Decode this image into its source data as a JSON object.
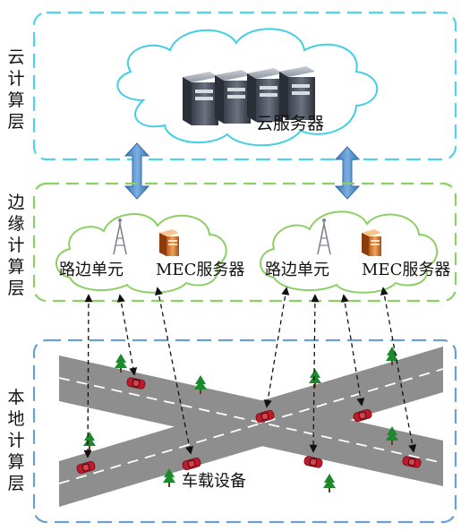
{
  "layers": {
    "cloud": {
      "label_chars": [
        "云",
        "计",
        "算",
        "层"
      ]
    },
    "edge": {
      "label_chars": [
        "边",
        "缘",
        "计",
        "算",
        "层"
      ]
    },
    "local": {
      "label_chars": [
        "本",
        "地",
        "计",
        "算",
        "层"
      ]
    }
  },
  "cloud": {
    "server_label": "云服务器"
  },
  "edge_nodes": [
    {
      "rsu_label": "路边单元",
      "mec_label": "MEC服务器"
    },
    {
      "rsu_label": "路边单元",
      "mec_label": "MEC服务器"
    }
  ],
  "vehicles": {
    "label": "车载设备"
  },
  "colors": {
    "cloud_layer_border": "#4fd3e6",
    "edge_layer_border": "#8ccf64",
    "local_layer_border": "#6a9fd2",
    "road": "#8e8e8e",
    "arrow": "#4a84c4",
    "car": "#c0192a",
    "tree": "#1c8a2c"
  }
}
